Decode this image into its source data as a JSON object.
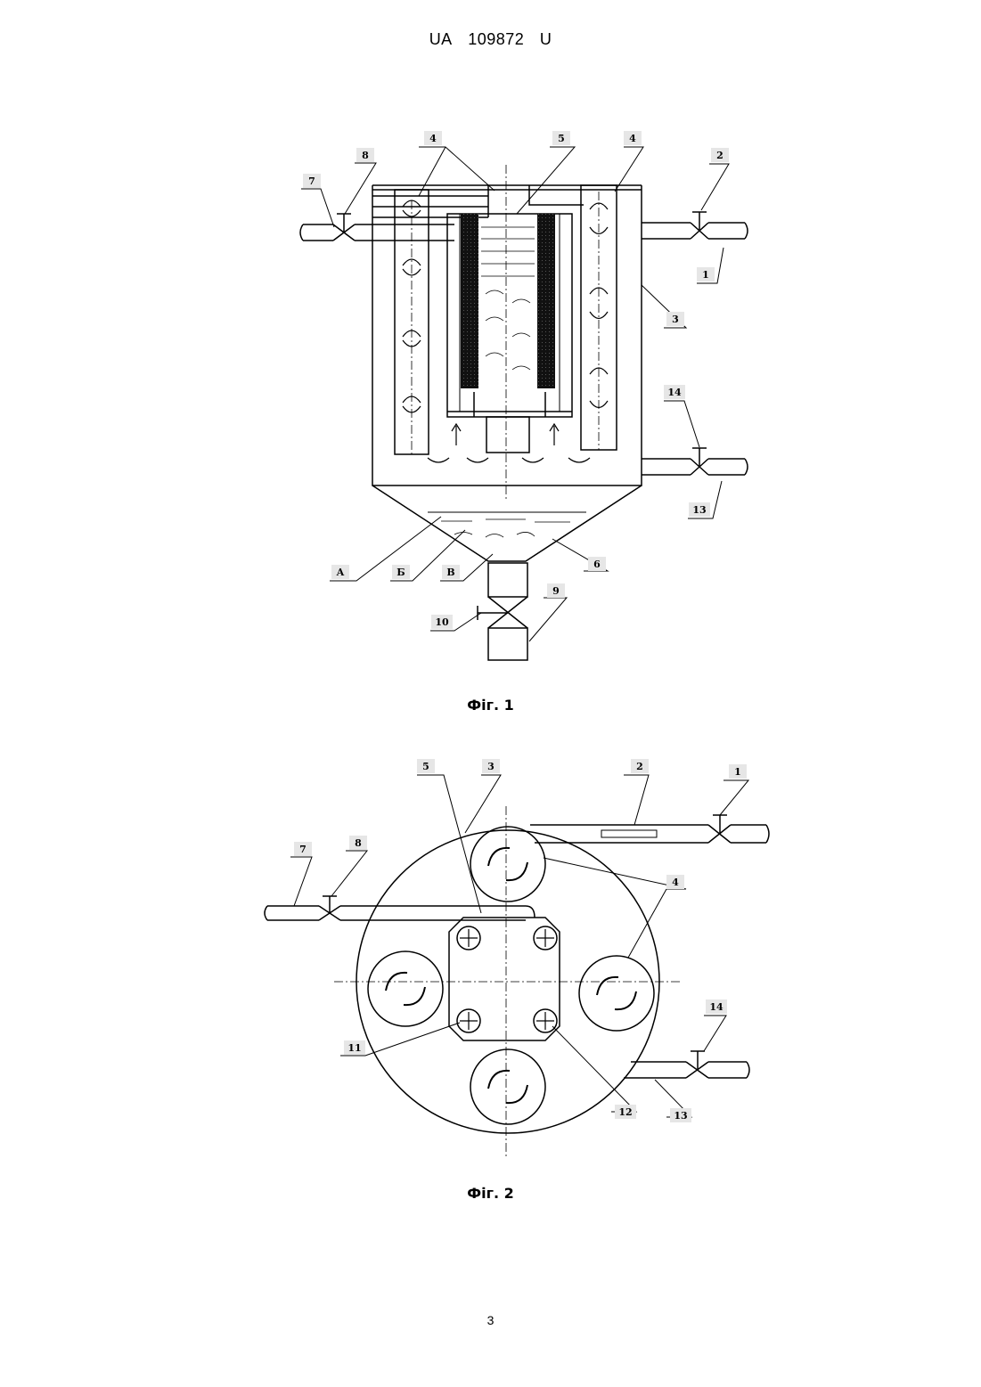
{
  "header": {
    "office": "UA",
    "number": "109872",
    "kind": "U"
  },
  "fig1": {
    "caption": "Фіг. 1",
    "labels": {
      "l1": "1",
      "l2": "2",
      "l3": "3",
      "l4a": "4",
      "l4b": "4",
      "l5": "5",
      "l6": "6",
      "l7": "7",
      "l8": "8",
      "l9": "9",
      "l10": "10",
      "l13": "13",
      "l14": "14",
      "lA": "А",
      "lB": "Б",
      "lV": "В"
    }
  },
  "fig2": {
    "caption": "Фіг. 2",
    "labels": {
      "l1": "1",
      "l2": "2",
      "l3": "3",
      "l4": "4",
      "l5": "5",
      "l7": "7",
      "l8": "8",
      "l11": "11",
      "l12": "12",
      "l13": "13",
      "l14": "14"
    }
  },
  "footer": {
    "page": "3"
  }
}
